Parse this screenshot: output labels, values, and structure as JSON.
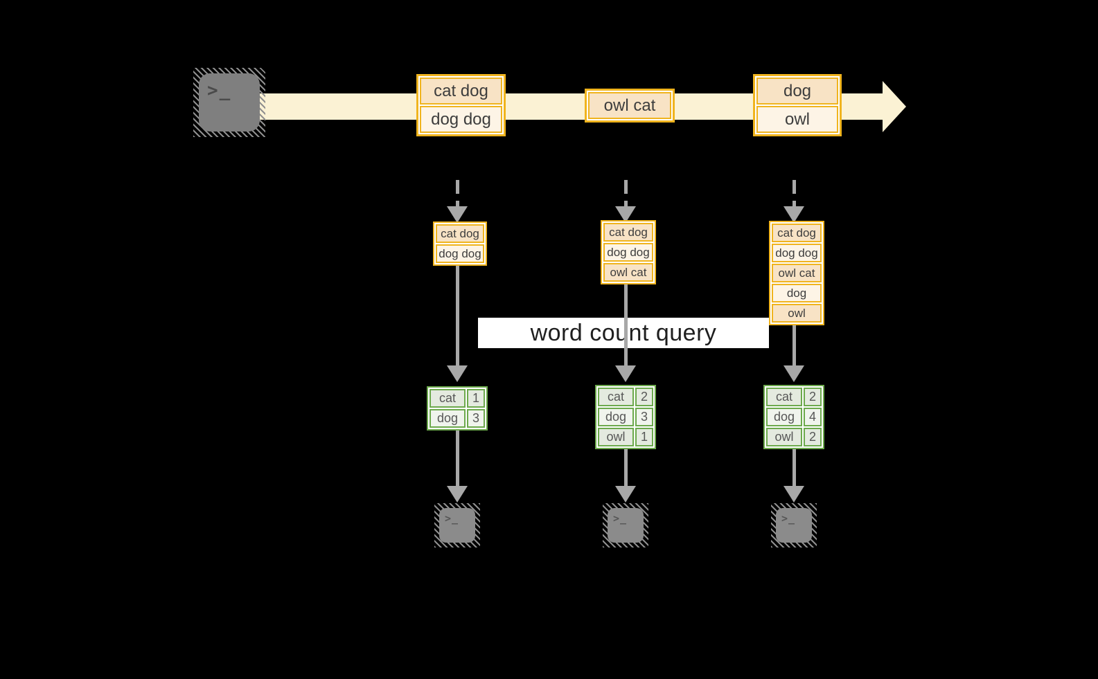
{
  "query": {
    "label": "word count query"
  },
  "terminal": {
    "glyph": ">_"
  },
  "stream": {
    "batches": [
      {
        "items": [
          "cat dog",
          "dog dog"
        ]
      },
      {
        "items": [
          "owl cat"
        ]
      },
      {
        "items": [
          "dog",
          "owl"
        ]
      }
    ]
  },
  "columns": [
    {
      "accumulated": [
        "cat dog",
        "dog dog"
      ],
      "counts": [
        {
          "word": "cat",
          "count": "1"
        },
        {
          "word": "dog",
          "count": "3"
        }
      ]
    },
    {
      "accumulated": [
        "cat dog",
        "dog dog",
        "owl cat"
      ],
      "counts": [
        {
          "word": "cat",
          "count": "2"
        },
        {
          "word": "dog",
          "count": "3"
        },
        {
          "word": "owl",
          "count": "1"
        }
      ]
    },
    {
      "accumulated": [
        "cat dog",
        "dog dog",
        "owl cat",
        "dog",
        "owl"
      ],
      "counts": [
        {
          "word": "cat",
          "count": "2"
        },
        {
          "word": "dog",
          "count": "4"
        },
        {
          "word": "owl",
          "count": "2"
        }
      ]
    }
  ],
  "colors": {
    "background": "#000000",
    "stream_band": "#FBF2D4",
    "gold_border": "#F0B41E",
    "peach_dark": "#F8E3C5",
    "peach_light": "#FDF4E6",
    "green_border": "#6CA94C",
    "green_row_dark": "#E4EADF",
    "green_row_light": "#F0F4ED",
    "arrow_gray": "#A8A8A8",
    "terminal_gray": "#7F7F7F"
  }
}
